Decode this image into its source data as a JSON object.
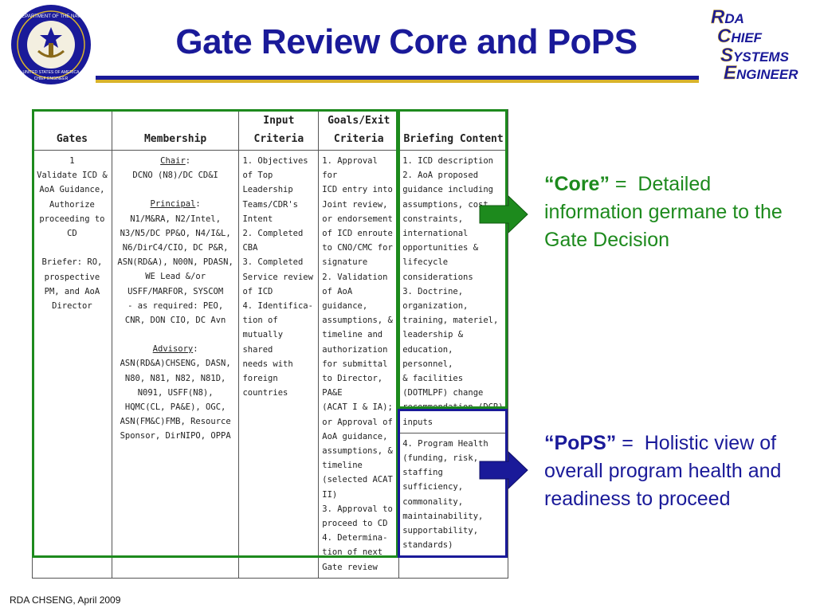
{
  "title": "Gate Review Core and PoPS",
  "seal": {
    "top_text": "DEPARTMENT OF THE NAVY",
    "center_text": "UNITED STATES OF AMERICA",
    "bottom_text": "CHIEF ENGINEER"
  },
  "logo": {
    "r": "R",
    "r_rest": "DA",
    "c": "C",
    "c_rest": "HIEF",
    "s": "S",
    "s_rest": "YSTEMS",
    "e": "E",
    "e_rest": "NGINEER"
  },
  "table": {
    "headers": {
      "gates": "Gates",
      "membership": "Membership",
      "input": "Input\nCriteria",
      "goals": "Goals/Exit\nCriteria",
      "briefing": "Briefing Content"
    },
    "gates": "1\nValidate ICD &\nAoA Guidance,\nAuthorize\nproceeding to\nCD\n\nBriefer:  RO,\nprospective\nPM, and AoA\nDirector",
    "membership": {
      "chair_label": "Chair",
      "chair_text": "DCNO (N8)/DC CD&I",
      "principal_label": "Principal",
      "principal_text": "N1/M&RA, N2/Intel,\nN3/N5/DC PP&O, N4/I&L,\nN6/DirC4/CIO, DC P&R,\nASN(RD&A), N00N, PDASN,\nWE Lead &/or\nUSFF/MARFOR, SYSCOM\n- as required: PEO,\nCNR, DON CIO, DC Avn",
      "advisory_label": "Advisory",
      "advisory_text": "ASN(RD&A)CHSENG, DASN,\nN80, N81, N82, N81D,\nN091, USFF(N8),\nHQMC(CL, PA&E), OGC,\nASN(FM&C)FMB, Resource\nSponsor, DirNIPO, OPPA"
    },
    "input": "1. Objectives\nof Top\nLeadership\nTeams/CDR's\nIntent\n2. Completed\nCBA\n3. Completed\nService review\nof ICD\n4. Identifica-\ntion of\nmutually shared\nneeds with\nforeign\ncountries",
    "goals": "1. Approval for\nICD entry into\nJoint review,\nor endorsement\nof ICD enroute\nto CNO/CMC for\nsignature\n2. Validation\nof AoA\nguidance,\nassumptions, &\ntimeline and\nauthorization\nfor submittal\nto Director,\nPA&E\n(ACAT I & IA);\nor Approval of\nAoA guidance,\nassumptions, &\ntimeline\n(selected ACAT\nII)\n3. Approval to\nproceed to CD\n4. Determina-\ntion of next\nGate review",
    "briefing_core": "1. ICD description\n2. AoA proposed\nguidance including\nassumptions, cost\nconstraints,\ninternational\nopportunities &\nlifecycle\nconsiderations\n3. Doctrine,\norganization,\ntraining, materiel,\nleadership &\neducation, personnel,\n& facilities\n(DOTMLPF) change\nrecommendation (DCR)\ninputs",
    "briefing_pops": "4. Program Health\n(funding, risk,\nstaffing sufficiency,\ncommonality,\nmaintainability,\nsupportability,\nstandards)"
  },
  "core": {
    "term": "“Core”",
    "eq": " =  ",
    "text": "Detailed information germane to the Gate Decision"
  },
  "pops": {
    "term": "“PoPS”",
    "eq": " =  ",
    "text": "Holistic view of overall program health and readiness to proceed"
  },
  "footer": "RDA CHSENG, April 2009",
  "colors": {
    "navy": "#1a1a99",
    "green": "#1d8a1d",
    "gold": "#d9b32b"
  }
}
